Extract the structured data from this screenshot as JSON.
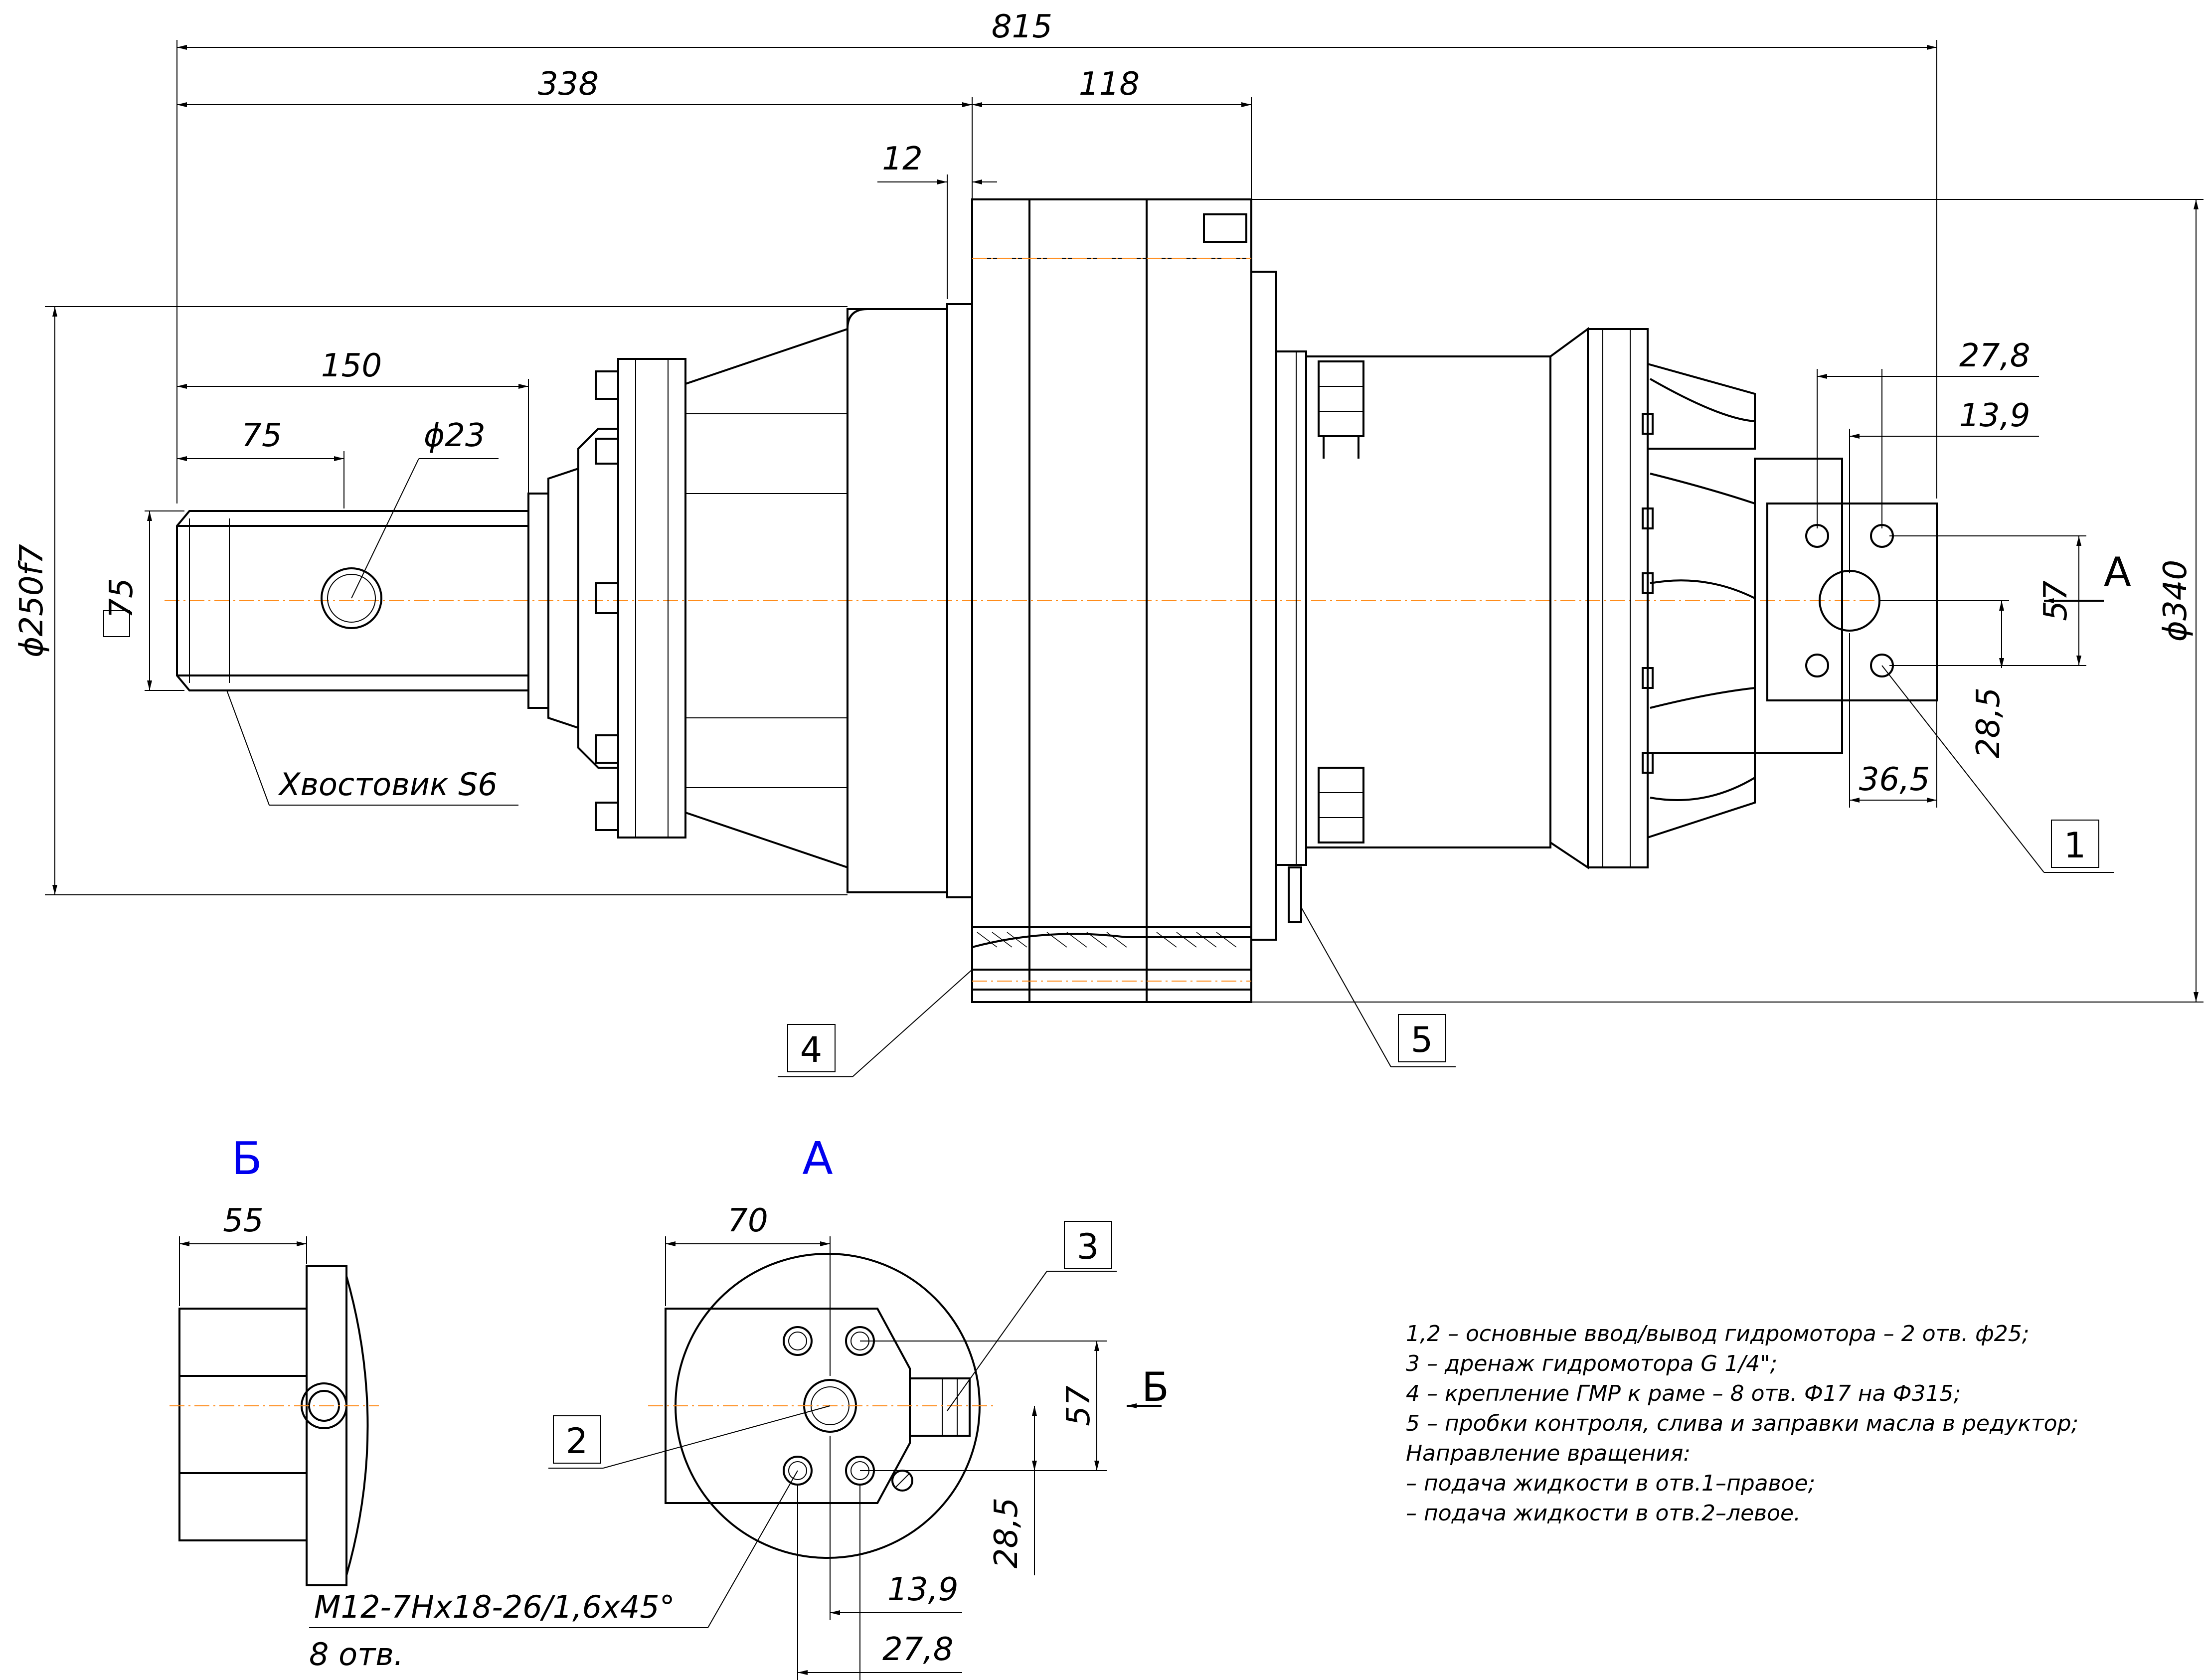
{
  "dimensions": {
    "overall_length": "815",
    "len_338": "338",
    "len_118": "118",
    "len_12": "12",
    "len_150": "150",
    "len_75": "75",
    "dia_23": "ϕ23",
    "square_75": "75",
    "dia_250": "ϕ250f7",
    "dia_340": "ϕ340",
    "d_27_8": "27,8",
    "d_13_9": "13,9",
    "d_57": "57",
    "d_28_5": "28,5",
    "d_36_5": "36,5",
    "b_55": "55",
    "a_70": "70",
    "a_57": "57",
    "a_28_5": "28,5",
    "a_13_9": "13,9",
    "a_27_8": "27,8"
  },
  "labels": {
    "shank": "Хвостовик S6",
    "view_a_arrow": "A",
    "view_a": "A",
    "view_b": "Б",
    "view_b_arrow": "Б",
    "thread": "M12-7Hx18-26/1,6x45°",
    "holes": "8 отв."
  },
  "tags": {
    "t1": "1",
    "t2": "2",
    "t3": "3",
    "t4": "4",
    "t5": "5"
  },
  "notes": [
    "1,2 – основные ввод/вывод  гидромотора – 2 отв. ф25;",
    "3 – дренаж гидромотора G 1/4\";",
    "4 – крепление ГМР к раме – 8 отв.   Ф17    на    Ф315;",
    "5 – пробки контроля, слива и заправки масла в редуктор;",
    "Направление вращения:",
    "– подача жидкости в отв.1–правое;",
    "– подача жидкости в отв.2–левое."
  ],
  "colors": {
    "lines": "#000000",
    "axis": "#ff8c1a",
    "view_labels": "#0000ee"
  }
}
